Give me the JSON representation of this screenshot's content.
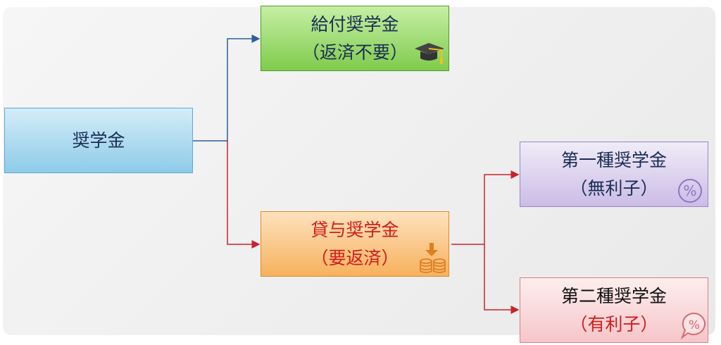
{
  "nodes": {
    "root": {
      "label": "奨学金"
    },
    "grant": {
      "line1": "給付奨学金",
      "line2": "（返済不要）",
      "icon": "graduation-cap-icon"
    },
    "loan": {
      "line1": "貸与奨学金",
      "line2": "（要返済）",
      "icon": "coins-download-icon"
    },
    "type1": {
      "line1": "第一種奨学金",
      "line2": "（無利子）",
      "icon": "percent-circle-icon"
    },
    "type2": {
      "line1": "第二種奨学金",
      "line2": "（有利子）",
      "icon": "percent-speech-bubble-icon"
    }
  },
  "colors": {
    "blue_connector": "#2a5f9e",
    "red_connector": "#c8232a"
  }
}
